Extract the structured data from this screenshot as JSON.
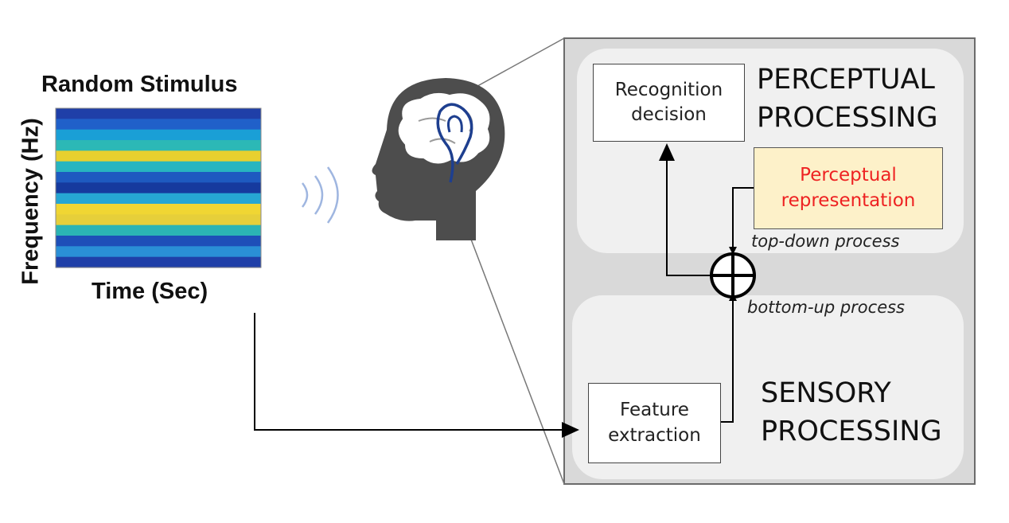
{
  "stimulus": {
    "title": "Random Stimulus",
    "y_label": "Frequency (Hz)",
    "x_label": "Time (Sec)",
    "band_colors": [
      "#1f3fa8",
      "#2060c9",
      "#1a9fd6",
      "#2cb8b6",
      "#e8d02f",
      "#27b5c0",
      "#1e5ac0",
      "#163a9e",
      "#26a6d3",
      "#f0d633",
      "#e6cf3a",
      "#2bb4b4",
      "#1e4fb8",
      "#2a8fd6",
      "#1f3fa8"
    ]
  },
  "head_icon": "head-with-brain-and-ear-icon",
  "sound_waves_icon": "sound-waves-icon",
  "perceptual": {
    "title_line1": "PERCEPTUAL",
    "title_line2": "PROCESSING",
    "recognition_line1": "Recognition",
    "recognition_line2": "decision",
    "representation_line1": "Perceptual",
    "representation_line2": "representation"
  },
  "sensory": {
    "title_line1": "SENSORY",
    "title_line2": "PROCESSING",
    "feature_line1": "Feature",
    "feature_line2": "extraction"
  },
  "processes": {
    "top_down": "top-down process",
    "bottom_up": "bottom-up process"
  },
  "combiner_icon": "circled-plus-icon",
  "colors": {
    "representation_fill": "#fdf1c9",
    "representation_text": "#ee2222",
    "panel_outer": "#d9d9d9",
    "panel_inner": "#f0f0f0"
  }
}
